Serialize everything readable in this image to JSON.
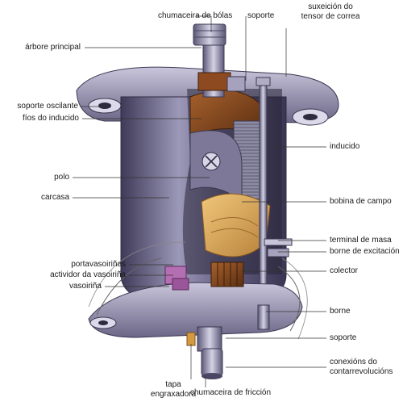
{
  "diagram": {
    "labels": {
      "chumaceira_bolas": "chumaceira de bólas",
      "soporte_top": "soporte",
      "suxeicion": "suxeición do\ntensor de correa",
      "arbore_principal": "árbore principal",
      "soporte_oscilante": "soporte oscilante",
      "fios_inducido": "fíos do inducido",
      "inducido": "inducido",
      "polo": "polo",
      "carcasa": "carcasa",
      "bobina_campo": "bobina de campo",
      "terminal_masa": "terminal de masa",
      "borne_excitacion": "borne de excitación",
      "portavasoirinas": "portavasoiriñas",
      "actividor_vasoirina": "actividor da vasoiriña",
      "colector": "colector",
      "vasoirina": "vasoiriña",
      "borne": "borne",
      "soporte_bottom": "soporte",
      "conexions": "conexións do\ncontarrevolucións",
      "tapa": "tapa\nengraxadora",
      "chumaceira_friccion": "chumaceira de fricción"
    },
    "colors": {
      "housing": "#5f5a78",
      "housing_light": "#b6b3cc",
      "copper": "#8a4a22",
      "field_coil": "#d9a55a",
      "shaft": "#8e8aa6",
      "leader": "#333333"
    }
  }
}
